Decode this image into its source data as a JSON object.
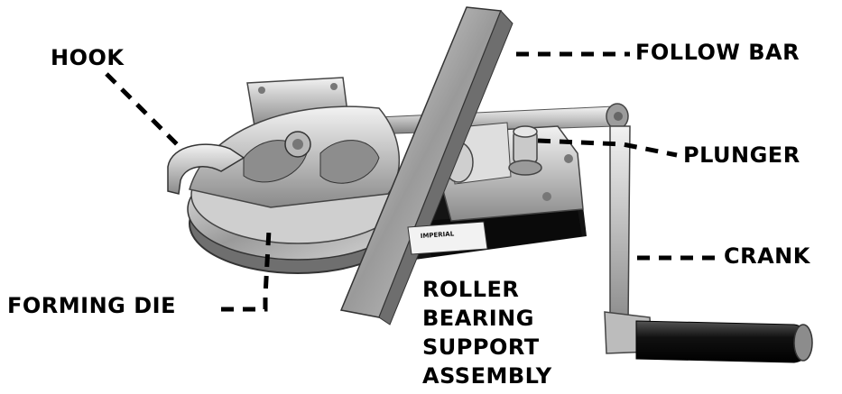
{
  "labels": {
    "hook": "HOOK",
    "follow_bar": "FOLLOW BAR",
    "plunger": "PLUNGER",
    "crank": "CRANK",
    "forming_die": "FORMING DIE",
    "roller_lines": [
      "ROLLER",
      "BEARING",
      "SUPPORT",
      "ASSEMBLY"
    ]
  },
  "brand_plate": {
    "brand": "IMPERIAL"
  }
}
